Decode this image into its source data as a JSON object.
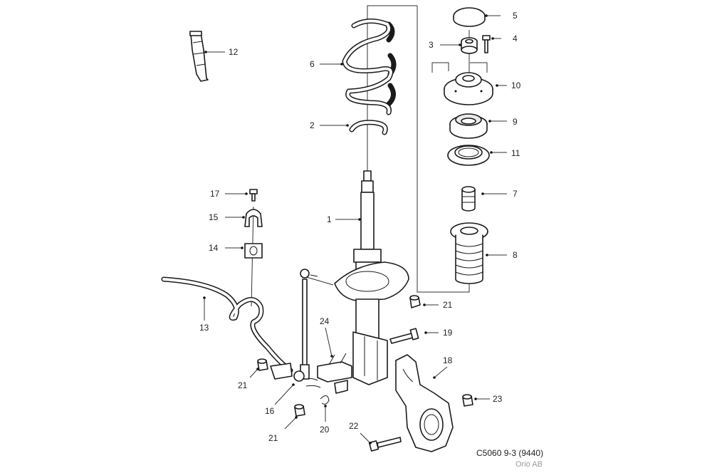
{
  "caption": {
    "code": "C5060 9-3 (9440)",
    "company": "Orio AB"
  },
  "callouts": [
    "1",
    "2",
    "3",
    "4",
    "5",
    "6",
    "7",
    "8",
    "9",
    "10",
    "11",
    "12",
    "13",
    "14",
    "15",
    "16",
    "17",
    "18",
    "19",
    "20",
    "21",
    "21",
    "21",
    "22",
    "23",
    "24"
  ]
}
